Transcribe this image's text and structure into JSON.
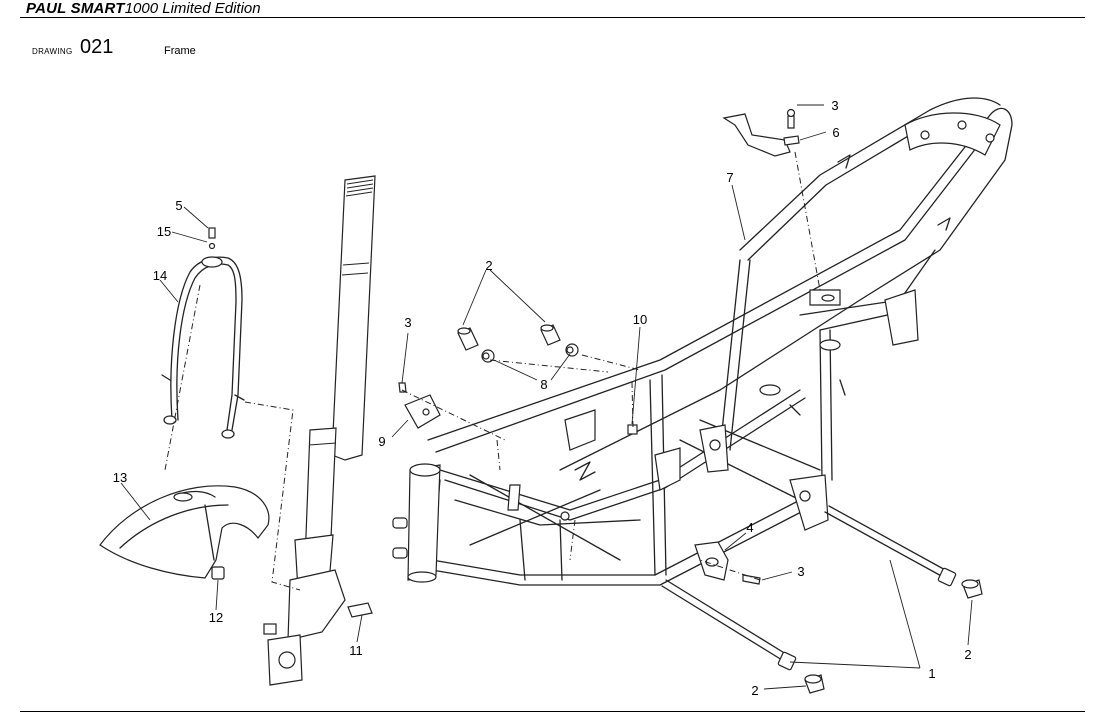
{
  "header": {
    "brand": "PAUL SMART",
    "model": "1000 Limited Edition"
  },
  "drawing": {
    "label": "DRAWING",
    "number": "021",
    "title": "Frame"
  },
  "callouts": {
    "c1": "1",
    "c2a": "2",
    "c2b": "2",
    "c2c": "2",
    "c3a": "3",
    "c3b": "3",
    "c3c": "3",
    "c4": "4",
    "c5": "5",
    "c6": "6",
    "c7": "7",
    "c8": "8",
    "c9": "9",
    "c10": "10",
    "c11": "11",
    "c12": "12",
    "c13": "13",
    "c14": "14",
    "c15": "15"
  }
}
